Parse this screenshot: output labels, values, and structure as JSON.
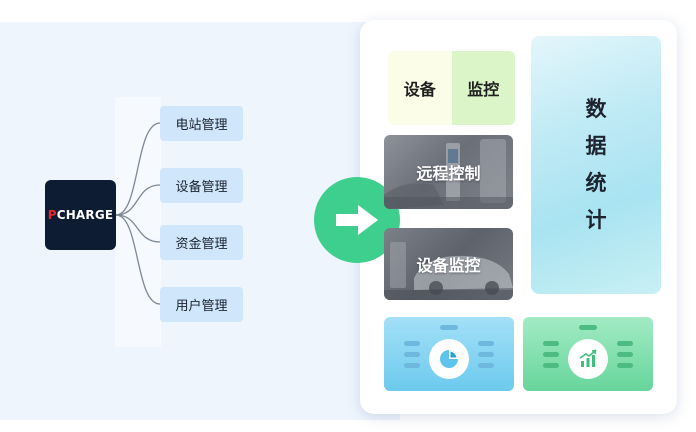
{
  "logo": {
    "prefix": "P",
    "rest": "CHARGE"
  },
  "tree": {
    "items": [
      {
        "label": "电站管理"
      },
      {
        "label": "设备管理"
      },
      {
        "label": "资金管理"
      },
      {
        "label": "用户管理"
      }
    ]
  },
  "panel": {
    "monitor_left": "设备",
    "monitor_right": "监控",
    "remote_control": "远程控制",
    "device_monitoring": "设备监控",
    "stats_chars": [
      "数",
      "据",
      "统",
      "计"
    ]
  },
  "icons": {
    "arrow": "arrow-right-icon",
    "pie": "pie-chart-icon",
    "trend": "bar-trend-chart-icon"
  },
  "colors": {
    "logo_bg": "#0d1b33",
    "logo_accent": "#e8262b",
    "node_bg": "#cfe6fb",
    "arrow_bg": "#3ecf8e"
  }
}
